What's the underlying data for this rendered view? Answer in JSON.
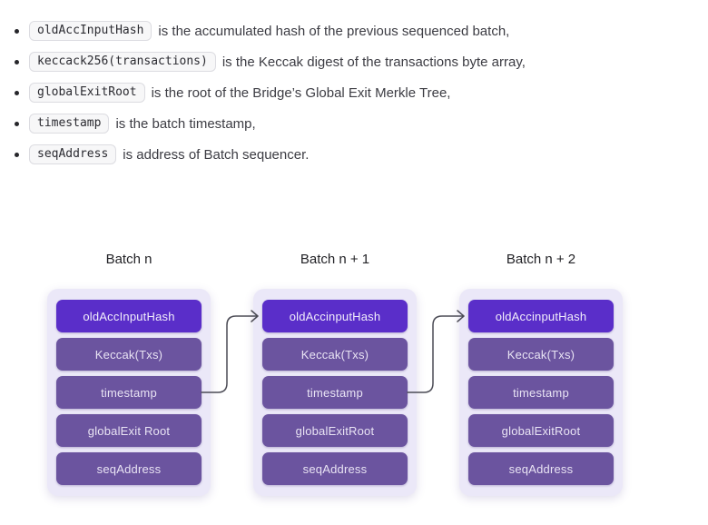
{
  "bullets": [
    {
      "code": "oldAccInputHash",
      "text": "is the accumulated hash of the previous sequenced batch,"
    },
    {
      "code": "keccack256(transactions)",
      "text": "is the Keccak digest of the transactions byte array,"
    },
    {
      "code": "globalExitRoot",
      "text": "is the root of the Bridge’s Global Exit Merkle Tree,"
    },
    {
      "code": "timestamp",
      "text": "is the batch timestamp,"
    },
    {
      "code": "seqAddress",
      "text": "is address of Batch sequencer."
    }
  ],
  "diagram": {
    "batches": [
      {
        "title": "Batch n",
        "rows": [
          "oldAccInputHash",
          "Keccak(Txs)",
          "timestamp",
          "globalExit Root",
          "seqAddress"
        ]
      },
      {
        "title": "Batch n + 1",
        "rows": [
          "oldAccinputHash",
          "Keccak(Txs)",
          "timestamp",
          "globalExitRoot",
          "seqAddress"
        ]
      },
      {
        "title": "Batch n + 2",
        "rows": [
          "oldAccinputHash",
          "Keccak(Txs)",
          "timestamp",
          "globalExitRoot",
          "seqAddress"
        ]
      }
    ],
    "colors": {
      "highlight_row": "#5a2ec9",
      "row": "#6b549f",
      "row_text": "#e9e4f4",
      "container": "#ebe8f8",
      "connector": "#4b4b55"
    }
  }
}
